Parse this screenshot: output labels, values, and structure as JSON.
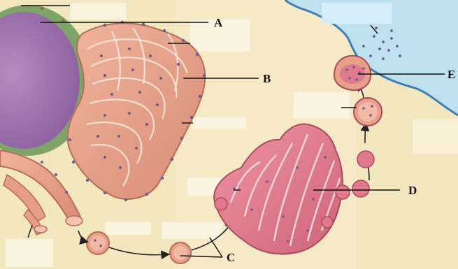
{
  "diagram": {
    "callouts": {
      "a": "A",
      "b": "B",
      "c": "C",
      "d": "D",
      "e": "E"
    },
    "colors": {
      "nucleus": "#a77db4",
      "nuclear_envelope": "#7fa46a",
      "rough_er": "#e6a58d",
      "golgi": "#e0798b",
      "vesicle": "#e8a08a",
      "extracellular": "#bfe0ef",
      "ribosome": "#6a5c8e",
      "background": "#f3e7bf"
    },
    "icons": {
      "nucleus": "nucleus-shape",
      "rough_er": "rough-endoplasmic-reticulum-shape",
      "golgi": "golgi-apparatus-shape",
      "vesicle": "transport-vesicle-shape",
      "membrane": "plasma-membrane-shape"
    }
  }
}
